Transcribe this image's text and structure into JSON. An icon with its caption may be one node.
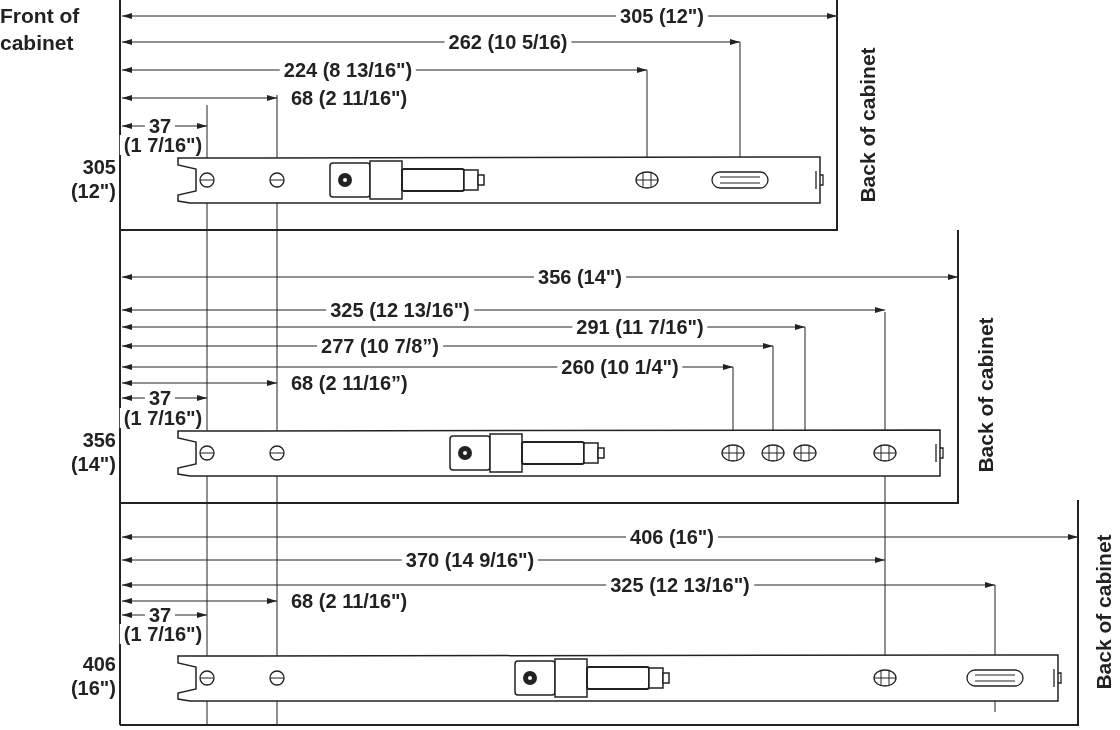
{
  "diagram": {
    "labels": [
      "Front of cabinet",
      "305 (12\")",
      "262 (10 5/16)",
      "224 (8 13/16\")",
      "68 (2 11/16\")",
      "37",
      "(1 7/16\")",
      "305 (12\")",
      "Back of cabinet",
      "356 (14\")",
      "325 (12 13/16\")",
      "291 (11 7/16\")",
      "277 (10 7/8”)",
      "260 (10 1/4\")",
      "68 (2 11/16”)",
      "37",
      "(1 7/16\")",
      "356 (14\")",
      "Back of cabinet",
      "406 (16\")",
      "370 (14 9/16\")",
      "325 (12 13/16\")",
      "68 (2 11/16\")",
      "37",
      "(1 7/16\")",
      "406 (16\")",
      "Back of cabinet"
    ]
  }
}
